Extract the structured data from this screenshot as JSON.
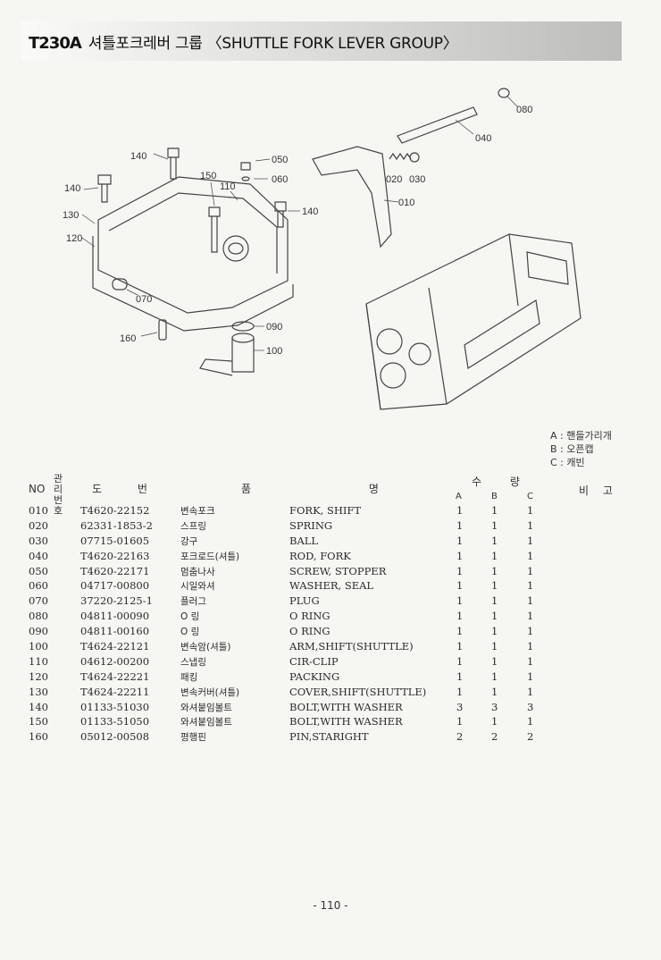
{
  "header": {
    "model": "T230A",
    "title": "셔틀포크레버 그룹 〈SHUTTLE FORK LEVER GROUP〉"
  },
  "diagram": {
    "callouts": [
      "080",
      "040",
      "140",
      "050",
      "060",
      "020",
      "030",
      "150",
      "110",
      "140",
      "010",
      "140",
      "130",
      "120",
      "070",
      "090",
      "160",
      "100"
    ]
  },
  "legend": [
    "A : 핸들가리개",
    "B : 오픈캡",
    "C : 캐빈"
  ],
  "table": {
    "headers": {
      "no": "NO",
      "mgmt": "관리번호",
      "part_no": "도 번",
      "name": "품 명",
      "qty": "수 량",
      "a": "A",
      "b": "B",
      "c": "C",
      "remark": "비 고"
    },
    "rows": [
      {
        "no": "010",
        "part_no": "T4620-22152",
        "name_kr": "변속포크",
        "name_en": "FORK, SHIFT",
        "a": "1",
        "b": "1",
        "c": "1"
      },
      {
        "no": "020",
        "part_no": "62331-1853-2",
        "name_kr": "스프링",
        "name_en": "SPRING",
        "a": "1",
        "b": "1",
        "c": "1"
      },
      {
        "no": "030",
        "part_no": "07715-01605",
        "name_kr": "강구",
        "name_en": "BALL",
        "a": "1",
        "b": "1",
        "c": "1"
      },
      {
        "no": "040",
        "part_no": "T4620-22163",
        "name_kr": "포크로드(셔틀)",
        "name_en": "ROD, FORK",
        "a": "1",
        "b": "1",
        "c": "1"
      },
      {
        "no": "050",
        "part_no": "T4620-22171",
        "name_kr": "멈춤나사",
        "name_en": "SCREW, STOPPER",
        "a": "1",
        "b": "1",
        "c": "1"
      },
      {
        "no": "060",
        "part_no": "04717-00800",
        "name_kr": "시일와셔",
        "name_en": "WASHER, SEAL",
        "a": "1",
        "b": "1",
        "c": "1"
      },
      {
        "no": "070",
        "part_no": "37220-2125-1",
        "name_kr": "플러그",
        "name_en": "PLUG",
        "a": "1",
        "b": "1",
        "c": "1"
      },
      {
        "no": "080",
        "part_no": "04811-00090",
        "name_kr": "O 링",
        "name_en": "O RING",
        "a": "1",
        "b": "1",
        "c": "1"
      },
      {
        "no": "090",
        "part_no": "04811-00160",
        "name_kr": "O 링",
        "name_en": "O RING",
        "a": "1",
        "b": "1",
        "c": "1"
      },
      {
        "no": "100",
        "part_no": "T4624-22121",
        "name_kr": "변속암(셔틀)",
        "name_en": "ARM,SHIFT(SHUTTLE)",
        "a": "1",
        "b": "1",
        "c": "1"
      },
      {
        "no": "110",
        "part_no": "04612-00200",
        "name_kr": "스냅링",
        "name_en": "CIR-CLIP",
        "a": "1",
        "b": "1",
        "c": "1"
      },
      {
        "no": "120",
        "part_no": "T4624-22221",
        "name_kr": "패킹",
        "name_en": "PACKING",
        "a": "1",
        "b": "1",
        "c": "1"
      },
      {
        "no": "130",
        "part_no": "T4624-22211",
        "name_kr": "변속커버(셔틀)",
        "name_en": "COVER,SHIFT(SHUTTLE)",
        "a": "1",
        "b": "1",
        "c": "1"
      },
      {
        "no": "140",
        "part_no": "01133-51030",
        "name_kr": "와셔붙임볼트",
        "name_en": "BOLT,WITH WASHER",
        "a": "3",
        "b": "3",
        "c": "3"
      },
      {
        "no": "150",
        "part_no": "01133-51050",
        "name_kr": "와셔붙임볼트",
        "name_en": "BOLT,WITH WASHER",
        "a": "1",
        "b": "1",
        "c": "1"
      },
      {
        "no": "160",
        "part_no": "05012-00508",
        "name_kr": "평행핀",
        "name_en": "PIN,STARIGHT",
        "a": "2",
        "b": "2",
        "c": "2"
      }
    ]
  },
  "footer": {
    "page": "- 110 -"
  }
}
